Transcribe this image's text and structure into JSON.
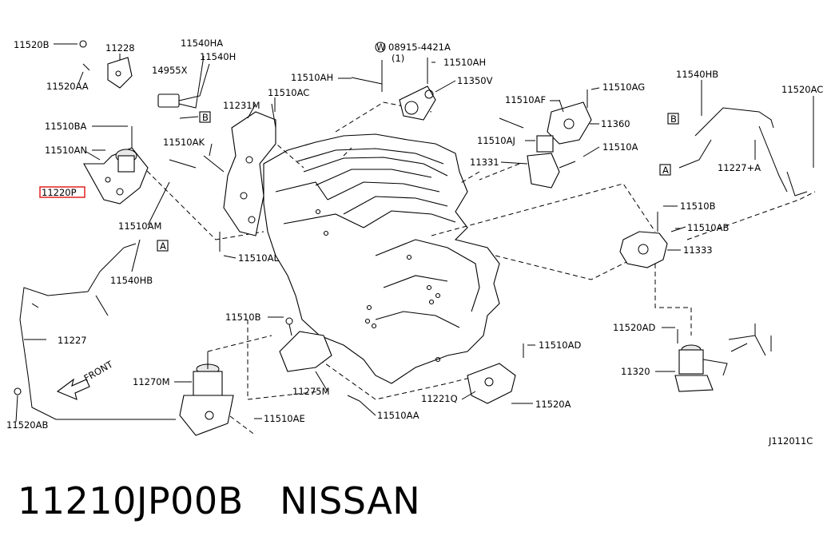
{
  "diagram_code": "J112011C",
  "caption": {
    "part_number": "11210JP00B",
    "brand": "NISSAN"
  },
  "highlighted_part": "11220P",
  "callout_a": "A",
  "callout_b": "B",
  "front_arrow": "FRONT",
  "labels": [
    {
      "id": "11520B",
      "text": "11520B"
    },
    {
      "id": "11228",
      "text": "11228"
    },
    {
      "id": "11540HA",
      "text": "11540HA"
    },
    {
      "id": "11540H",
      "text": "11540H"
    },
    {
      "id": "14955X",
      "text": "14955X"
    },
    {
      "id": "11520AA",
      "text": "11520AA"
    },
    {
      "id": "11510BA",
      "text": "11510BA"
    },
    {
      "id": "11510AN",
      "text": "11510AN"
    },
    {
      "id": "11510AM",
      "text": "11510AM"
    },
    {
      "id": "11540HB_left",
      "text": "11540HB"
    },
    {
      "id": "11227",
      "text": "11227"
    },
    {
      "id": "11520AB",
      "text": "11520AB"
    },
    {
      "id": "11231M",
      "text": "11231M"
    },
    {
      "id": "11510AC",
      "text": "11510AC"
    },
    {
      "id": "11510AH_left",
      "text": "11510AH"
    },
    {
      "id": "11510AK",
      "text": "11510AK"
    },
    {
      "id": "11510AL",
      "text": "11510AL"
    },
    {
      "id": "08915",
      "text": "08915-4421A"
    },
    {
      "id": "qty1",
      "text": "(1)"
    },
    {
      "id": "11510AH_right",
      "text": "11510AH"
    },
    {
      "id": "11350V",
      "text": "11350V"
    },
    {
      "id": "11510AF",
      "text": "11510AF"
    },
    {
      "id": "11510AG",
      "text": "11510AG"
    },
    {
      "id": "11360",
      "text": "11360"
    },
    {
      "id": "11510AJ",
      "text": "11510AJ"
    },
    {
      "id": "11510A",
      "text": "11510A"
    },
    {
      "id": "11331",
      "text": "11331"
    },
    {
      "id": "11540HB_right",
      "text": "11540HB"
    },
    {
      "id": "11520AC",
      "text": "11520AC"
    },
    {
      "id": "11227A",
      "text": "11227+A"
    },
    {
      "id": "11510B_right",
      "text": "11510B"
    },
    {
      "id": "11510AB",
      "text": "11510AB"
    },
    {
      "id": "11333",
      "text": "11333"
    },
    {
      "id": "11520AD",
      "text": "11520AD"
    },
    {
      "id": "11320",
      "text": "11320"
    },
    {
      "id": "11510B_center",
      "text": "11510B"
    },
    {
      "id": "11510AD",
      "text": "11510AD"
    },
    {
      "id": "11270M",
      "text": "11270M"
    },
    {
      "id": "11275M",
      "text": "11275M"
    },
    {
      "id": "11221Q",
      "text": "11221Q"
    },
    {
      "id": "11520A",
      "text": "11520A"
    },
    {
      "id": "11510AE",
      "text": "11510AE"
    },
    {
      "id": "11510AA",
      "text": "11510AA"
    }
  ]
}
